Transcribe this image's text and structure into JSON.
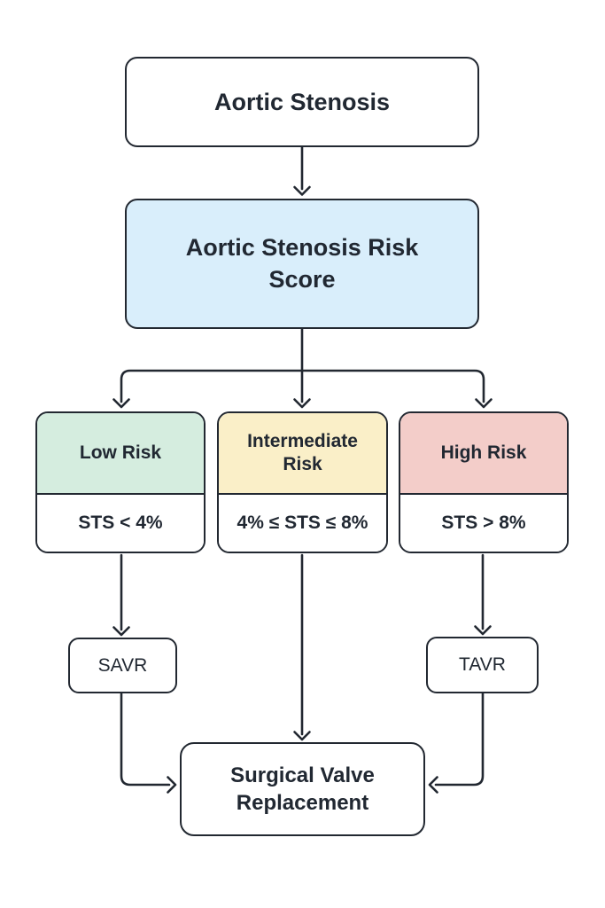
{
  "nodes": {
    "aortic_stenosis": {
      "label": "Aortic Stenosis"
    },
    "risk_score": {
      "label": "Aortic Stenosis Risk Score"
    },
    "low_risk": {
      "title": "Low Risk",
      "criteria": "STS < 4%"
    },
    "intermediate_risk": {
      "title": "Intermediate Risk",
      "criteria": "4% ≤ STS ≤ 8%"
    },
    "high_risk": {
      "title": "High Risk",
      "criteria": "STS > 8%"
    },
    "savr": {
      "label": "SAVR"
    },
    "tavr": {
      "label": "TAVR"
    },
    "surgical_valve_replacement": {
      "label": "Surgical Valve Replacement"
    }
  },
  "edges": [
    {
      "from": "aortic_stenosis",
      "to": "risk_score"
    },
    {
      "from": "risk_score",
      "to": "low_risk"
    },
    {
      "from": "risk_score",
      "to": "intermediate_risk"
    },
    {
      "from": "risk_score",
      "to": "high_risk"
    },
    {
      "from": "low_risk",
      "to": "savr"
    },
    {
      "from": "intermediate_risk",
      "to": "surgical_valve_replacement"
    },
    {
      "from": "high_risk",
      "to": "tavr"
    },
    {
      "from": "savr",
      "to": "surgical_valve_replacement"
    },
    {
      "from": "tavr",
      "to": "surgical_valve_replacement"
    }
  ],
  "colors": {
    "line": "#222831",
    "text": "#212832",
    "blue": "#D9EEFB",
    "green": "#D5EDDF",
    "yellow": "#FAEFC8",
    "pink": "#F3CDC9",
    "bg": "#FFFFFF"
  }
}
